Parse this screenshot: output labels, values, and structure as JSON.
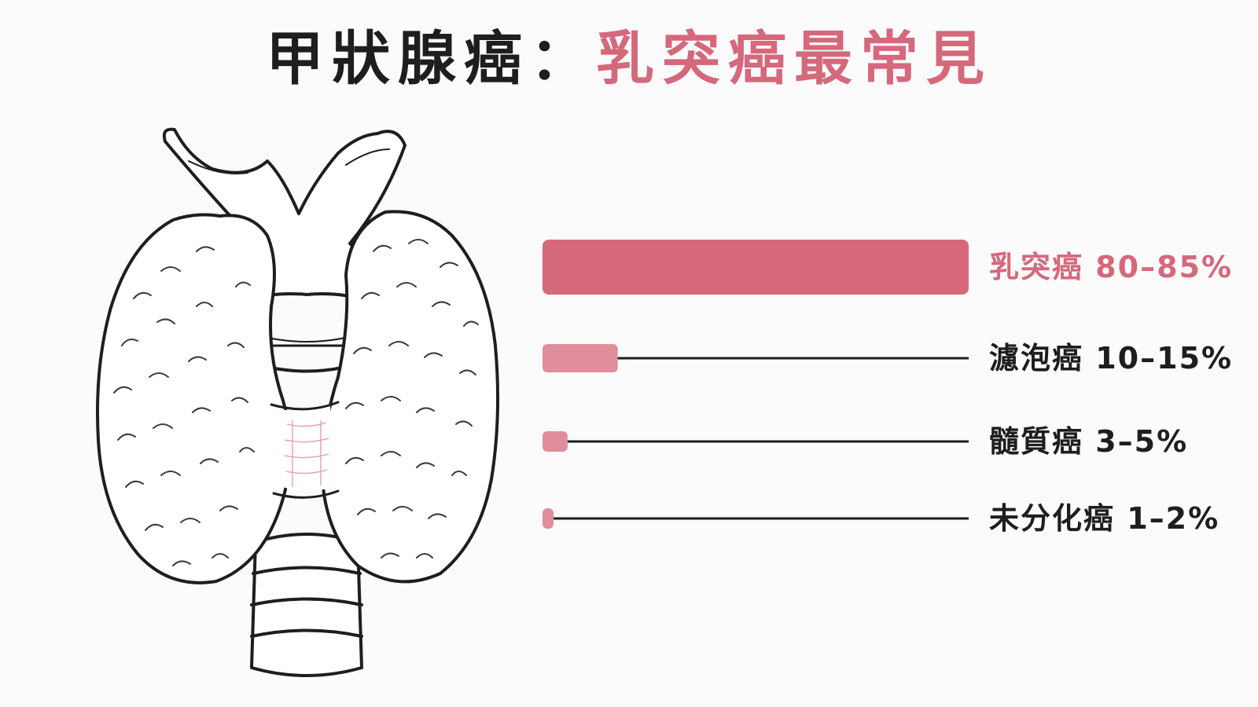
{
  "title": {
    "part1": "甲狀腺癌",
    "separator": "：",
    "part2": "乳突癌最常見"
  },
  "colors": {
    "accent": "#d6687c",
    "bar_light": "#e08e9c",
    "dark": "#1e1e1e"
  },
  "illustration": {
    "icon": "thyroid-gland-illustration"
  },
  "chart_data": {
    "type": "bar",
    "orientation": "horizontal",
    "categories": [
      "乳突癌",
      "濾泡癌",
      "髓質癌",
      "未分化癌"
    ],
    "ranges": [
      "80–85%",
      "10–15%",
      "3–5%",
      "1–2%"
    ],
    "values": [
      85,
      15,
      5,
      2
    ],
    "xlim": [
      0,
      85
    ],
    "highlight": 0
  }
}
